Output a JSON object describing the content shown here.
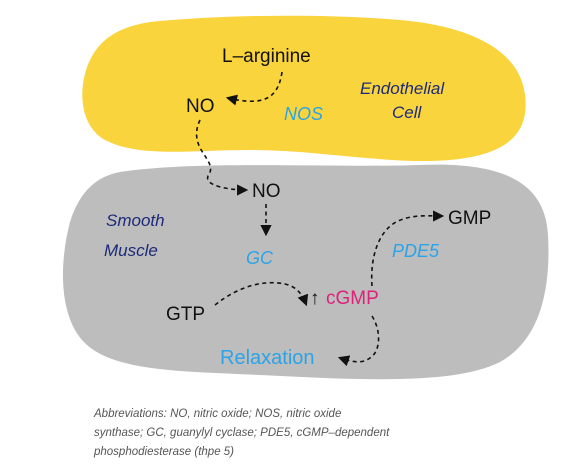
{
  "labels": {
    "l_arginine": "L–arginine",
    "no_endo": "NO",
    "nos": "NOS",
    "endothelial_1": "Endothelial",
    "endothelial_2": "Cell",
    "no_sm": "NO",
    "smooth_1": "Smooth",
    "smooth_2": "Muscle",
    "gc": "GC",
    "gtp": "GTP",
    "up_arrow": "↑",
    "cgmp": "cGMP",
    "pde5": "PDE5",
    "gmp": "GMP",
    "relaxation": "Relaxation"
  },
  "footnote": {
    "line1": "Abbreviations: NO, nitric oxide; NOS, nitric oxide",
    "line2": "synthase; GC, guanylyl cyclase; PDE5, cGMP–dependent",
    "line3": "phosphodiesterase (thpe 5)"
  },
  "colors": {
    "endothelial_fill": "#f9d43c",
    "smooth_muscle_fill": "#bdbdbd",
    "enzyme_label": "#2aa3e8",
    "region_label": "#1c2a7a",
    "cgmp": "#e0217a"
  }
}
